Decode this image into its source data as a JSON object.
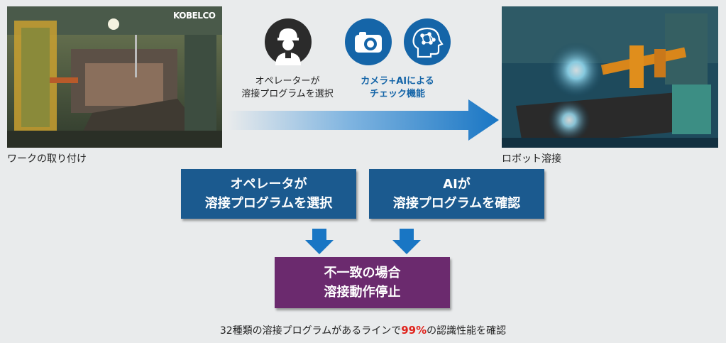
{
  "photos": {
    "left": {
      "logo_text": "KOBELCO",
      "caption": "ワークの取り付け"
    },
    "right": {
      "caption": "ロボット溶接"
    }
  },
  "operator_label": [
    "オペレーターが",
    "溶接プログラムを選択"
  ],
  "camera_ai_label": [
    "カメラ+AIによる",
    "チェック機能"
  ],
  "step_boxes": {
    "operator": [
      "オペレータが",
      "溶接プログラムを選択"
    ],
    "ai": [
      "AIが",
      "溶接プログラムを確認"
    ],
    "stop": [
      "不一致の場合",
      "溶接動作停止"
    ]
  },
  "footer": {
    "before": "32種類の溶接プログラムがあるラインで",
    "highlight": "99%",
    "after": "の認識性能を確認"
  },
  "icons": [
    "operator-icon",
    "camera-icon",
    "ai-brain-icon",
    "down-arrow-icon"
  ],
  "colors": {
    "box_blue": "#1b5a8f",
    "box_purple": "#6b2a6e",
    "icon_dark": "#2b2b2b",
    "icon_blue": "#1565a8",
    "arrow_blue": "#1976c4",
    "highlight_red": "#e0231c",
    "label_blue": "#1565a8"
  }
}
